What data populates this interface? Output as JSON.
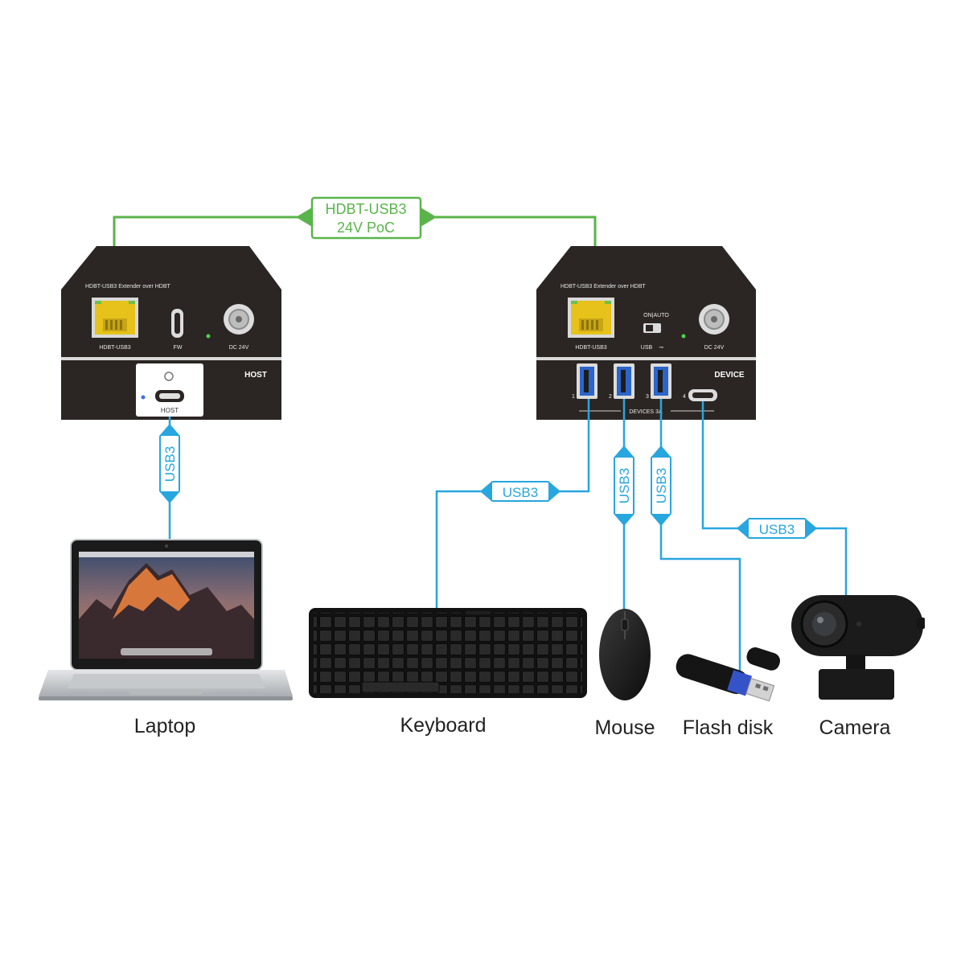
{
  "colors": {
    "hdbt_line": "#5ab44a",
    "usb_line": "#27a6df",
    "device_body": "#2b2623",
    "caption_text": "#222222"
  },
  "link_hdbt": {
    "line1": "HDBT-USB3",
    "line2": "24V PoC"
  },
  "link_usb3_label": "USB3",
  "host_unit": {
    "top_caption": "HDBT-USB3 Extender over HDBT",
    "port_rj45": "HDBT-USB3",
    "port_fw": "FW",
    "port_dc": "DC 24V",
    "section": "HOST",
    "port_host": "HOST"
  },
  "device_unit": {
    "top_caption": "HDBT-USB3 Extender over HDBT",
    "port_rj45": "HDBT-USB3",
    "switch_label": "ON|AUTO",
    "port_usb": "USB",
    "port_dc": "DC 24V",
    "section": "DEVICE",
    "ports_caption": "DEVICES 3A",
    "port_numbers": [
      "1",
      "2",
      "3",
      "4"
    ]
  },
  "peripherals": {
    "laptop": "Laptop",
    "keyboard": "Keyboard",
    "mouse": "Mouse",
    "flash_disk": "Flash disk",
    "camera": "Camera"
  },
  "icons": {
    "rj45": "rj45-port-icon",
    "usb_c": "usb-c-port-icon",
    "usb_a": "usb-a-port-icon",
    "dc": "dc-power-jack-icon",
    "led": "status-led-icon"
  }
}
